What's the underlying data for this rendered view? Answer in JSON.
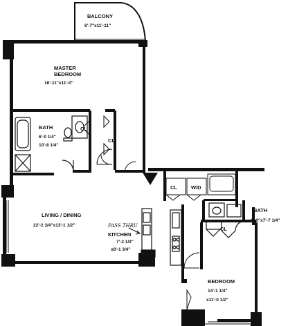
{
  "rooms": {
    "balcony": {
      "name": "BALCONY",
      "dims": "6'-7\"x11'-11\""
    },
    "master_bedroom": {
      "name_line1": "MASTER",
      "name_line2": "BEDROOM",
      "dims": "16'-11\"x11'-0\""
    },
    "bath1": {
      "name": "BATH",
      "dims_line1": "6'-0 1/4\"",
      "dims_line2": "10'-8 1/4\""
    },
    "living_dining": {
      "name": "LIVING / DINING",
      "dims": "22'-2 3/4\"x13'-1 1/2\""
    },
    "kitchen": {
      "name": "KITCHEN",
      "dims_line1": "7'-2 1/2\"",
      "dims_line2": "x8'-1 3/4\""
    },
    "pass_thru": "PASS THRU",
    "bath2": {
      "name": "BATH",
      "dims": "6'-0\"x7'-7 1/4\""
    },
    "bedroom": {
      "name": "BEDROOM",
      "dims_line1": "14'-1 1/4\"",
      "dims_line2": "x11'-0 1/2\""
    }
  },
  "closets": {
    "cl_bath": "CL",
    "cl_master": "CL",
    "cl_hall": "CL",
    "washer_dryer": "W/D",
    "cl_bedroom": "CL"
  },
  "colors": {
    "wall": "#111111",
    "background": "#ffffff"
  }
}
